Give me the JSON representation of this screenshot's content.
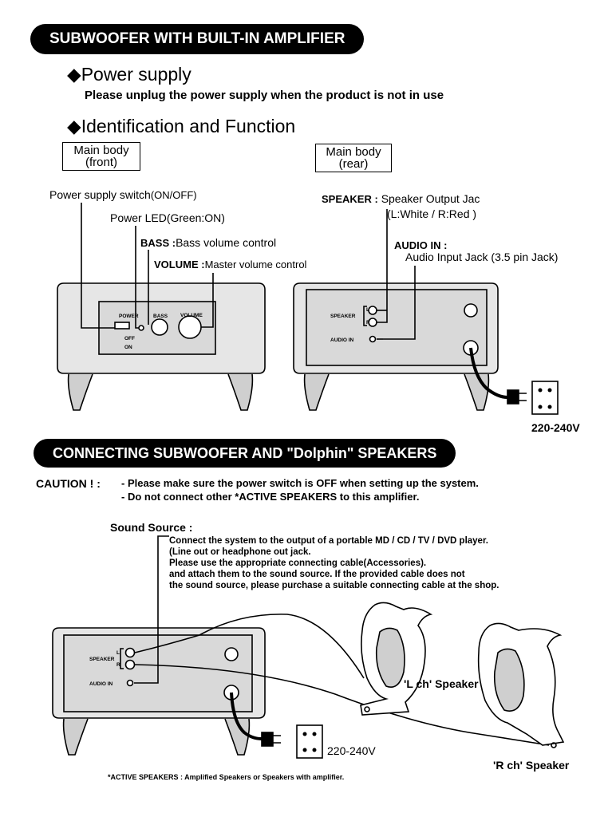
{
  "banner1": "SUBWOOFER WITH BUILT-IN AMPLIFIER",
  "power_supply": {
    "heading": "◆Power supply",
    "text": "Please unplug the power supply when the product is not in use"
  },
  "identification": {
    "heading": "◆Identification and Function"
  },
  "front": {
    "box_line1": "Main body",
    "box_line2": "(front)",
    "power_switch": "Power supply switch",
    "power_switch_paren": "(ON/OFF)",
    "power_led": "Power LED",
    "power_led_paren": "(Green:ON)",
    "bass_key": "BASS :",
    "bass_desc": "Bass volume control",
    "volume_key": "VOLUME :",
    "volume_desc": "Master volume control",
    "panel_power": "POWER",
    "panel_bass": "BASS",
    "panel_volume": "VOLUME",
    "panel_off": "OFF",
    "panel_on": "ON"
  },
  "rear": {
    "box_line1": "Main body",
    "box_line2": "(rear)",
    "speaker_key": "SPEAKER :",
    "speaker_desc": "Speaker Output Jac",
    "speaker_colors": "(L:White / R:Red )",
    "audio_key": "AUDIO IN :",
    "audio_desc": "Audio Input Jack",
    "audio_paren": "(3.5 pin Jack)",
    "panel_speaker": "SPEAKER",
    "panel_l": "L",
    "panel_r": "R",
    "panel_audio": "AUDIO IN",
    "voltage": "220-240V"
  },
  "banner2": "CONNECTING SUBWOOFER AND \"Dolphin\" SPEAKERS",
  "caution": {
    "label": "CAUTION ! :",
    "line1": "- Please make sure the power switch is OFF when setting up the system.",
    "line2": "- Do not connect other *ACTIVE SPEAKERS to this amplifier."
  },
  "sound_source": {
    "label": "Sound Source :",
    "line1": "Connect the system to the output of a portable MD / CD / TV / DVD player.",
    "line2": "(Line out or headphone out jack.",
    "line3": "Please use the appropriate connecting cable(Accessories).",
    "line4": "and attach them to the sound source.  If the provided cable does not",
    "line5": "the sound source, please purchase a suitable connecting cable at the shop."
  },
  "connect_diagram": {
    "panel_speaker": "SPEAKER",
    "panel_l": "L",
    "panel_r": "R",
    "panel_audio": "AUDIO IN",
    "l_speaker": "'L ch' Speaker",
    "r_speaker": "'R ch' Speaker",
    "voltage": "220-240V"
  },
  "footnote": "*ACTIVE SPEAKERS : Amplified Speakers or Speakers with amplifier."
}
